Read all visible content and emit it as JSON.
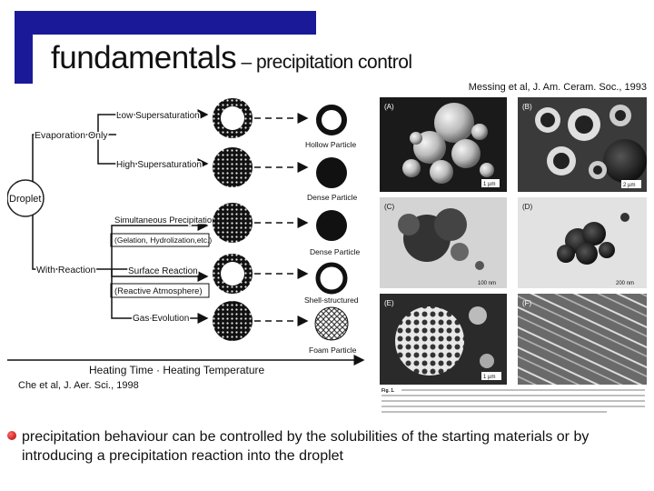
{
  "slide": {
    "title_main": "fundamentals",
    "title_sub": " – precipitation control",
    "citation_top": "Messing et al, J. Am. Ceram. Soc., 1993",
    "citation_left": "Che et al, J. Aer. Sci., 1998",
    "bullet": "precipitation behaviour can be controlled by the solubilities of the starting materials or by introducing a precipitation reaction into the droplet"
  },
  "diagram": {
    "droplet": "Droplet",
    "evaporation_only": "Evaporation Only",
    "with_reaction": "With Reaction",
    "low_super": "Low Supersaturation",
    "high_super": "High Supersaturation",
    "simultaneous": "Simultaneous Precipitation",
    "gelation": "(Gelation, Hydrolization,etc.)",
    "surface_reaction": "Surface Reaction",
    "reactive_atm": "(Reactive Atmosphere)",
    "gas_evolution": "Gas Evolution",
    "hollow": "Hollow Particle",
    "dense1": "Dense Particle",
    "dense2": "Dense Particle",
    "shell": "Shell-structured",
    "foam": "Foam Particle",
    "axis": "Heating Time · Heating Temperature"
  },
  "photos": {
    "labels": [
      "(A)",
      "(B)",
      "(C)",
      "(D)",
      "(E)",
      "(F)"
    ],
    "scales": [
      "1 µm",
      "2 µm",
      "100 nm",
      "200 nm",
      "1 µm",
      ""
    ],
    "caption_label": "Fig. 1."
  }
}
